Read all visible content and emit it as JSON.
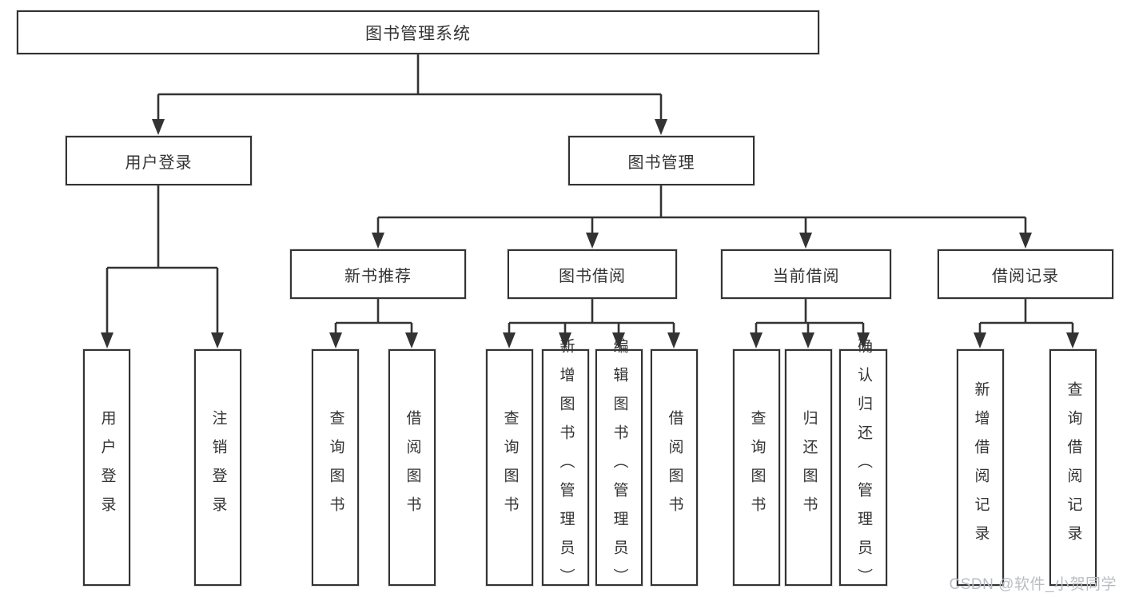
{
  "diagram": {
    "root": "图书管理系统",
    "branches": [
      {
        "label": "用户登录",
        "children": [
          {
            "label": "用户登录"
          },
          {
            "label": "注销登录"
          }
        ]
      },
      {
        "label": "图书管理",
        "children": [
          {
            "label": "新书推荐",
            "children": [
              {
                "label": "查询图书"
              },
              {
                "label": "借阅图书"
              }
            ]
          },
          {
            "label": "图书借阅",
            "children": [
              {
                "label": "查询图书"
              },
              {
                "label": "新增图书（管理员）"
              },
              {
                "label": "编辑图书（管理员）"
              },
              {
                "label": "借阅图书"
              }
            ]
          },
          {
            "label": "当前借阅",
            "children": [
              {
                "label": "查询图书"
              },
              {
                "label": "归还图书"
              },
              {
                "label": "确认归还（管理员）"
              }
            ]
          },
          {
            "label": "借阅记录",
            "children": [
              {
                "label": "新增借阅记录"
              },
              {
                "label": "查询借阅记录"
              }
            ]
          }
        ]
      }
    ]
  },
  "colors": {
    "line": "#333333",
    "text": "#333333",
    "watermark": "#b9bdc3",
    "background": "#ffffff"
  },
  "watermark": {
    "text": "CSDN @软件_小贺同学"
  }
}
